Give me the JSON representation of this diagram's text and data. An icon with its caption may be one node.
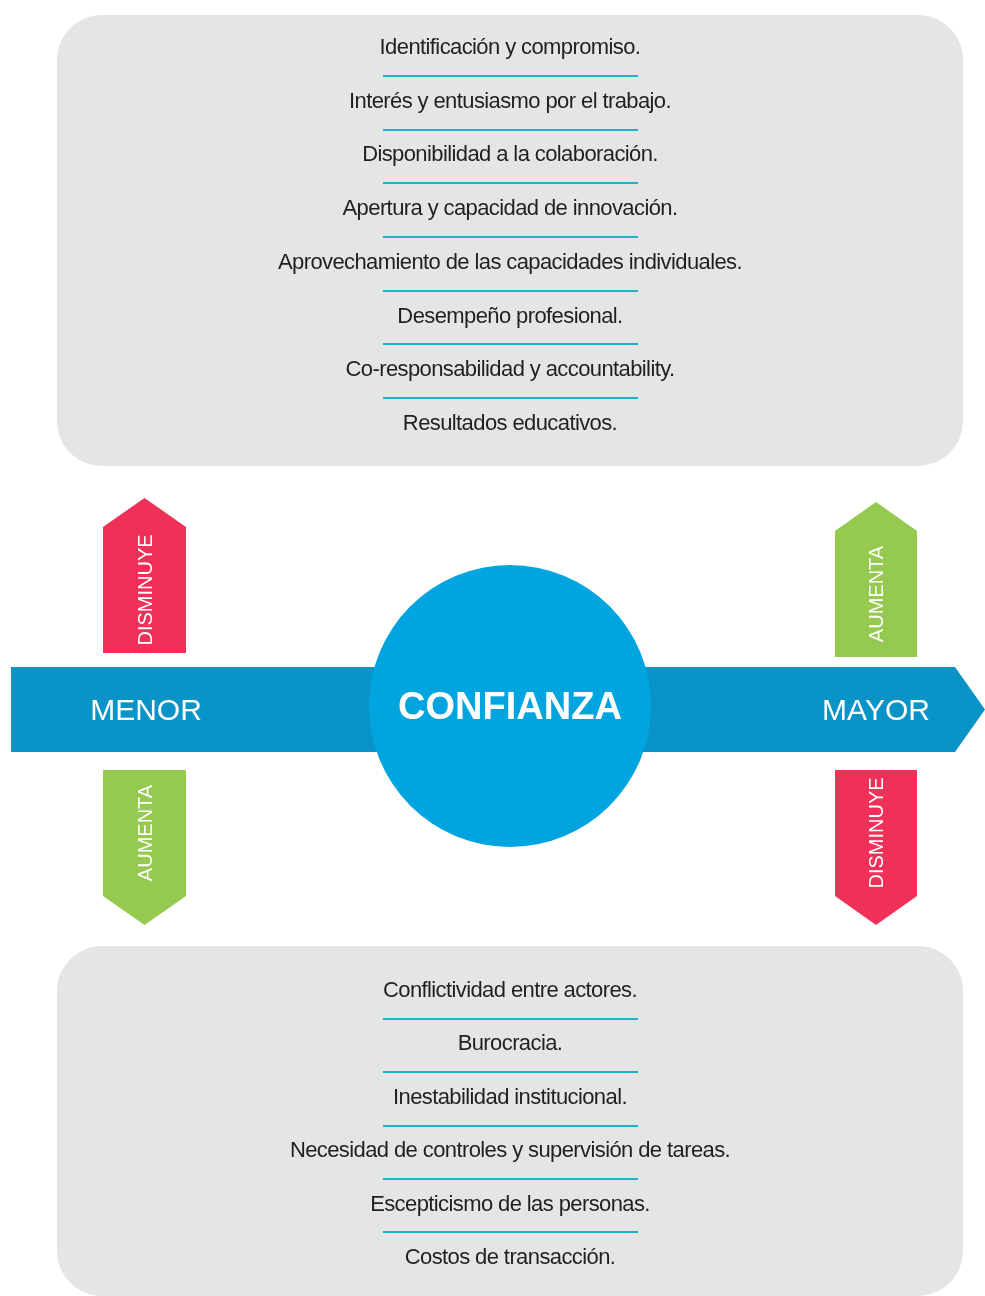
{
  "diagram": {
    "nodes": [
      {
        "text": [
          "Identificación y compromiso.",
          "Interés y entusiasmo por el trabajo.",
          "Disponibilidad a la colaboración.",
          "Apertura y capacidad de innovación.",
          "Aprovechamiento de las capacidades individuales.",
          "Desempeño profesional.",
          "Co-responsabilidad y accountability.",
          "Resultados educativos."
        ]
      },
      {
        "text": [
          "DISMINUYE"
        ]
      },
      {
        "text": [
          "AUMENTA"
        ]
      },
      {
        "text": [
          "MENOR",
          "MAYOR"
        ]
      },
      {
        "text": [
          "CONFIANZA"
        ]
      },
      {
        "text": [
          "AUMENTA"
        ]
      },
      {
        "text": [
          "DISMINUYE"
        ]
      },
      {
        "text": [
          "Conflictividad entre actores.",
          "Burocracia.",
          "Inestabilidad institucional.",
          "Necesidad de controles y supervisión de tareas.",
          "Escepticismo de las personas.",
          "Costos de transacción."
        ]
      }
    ]
  }
}
